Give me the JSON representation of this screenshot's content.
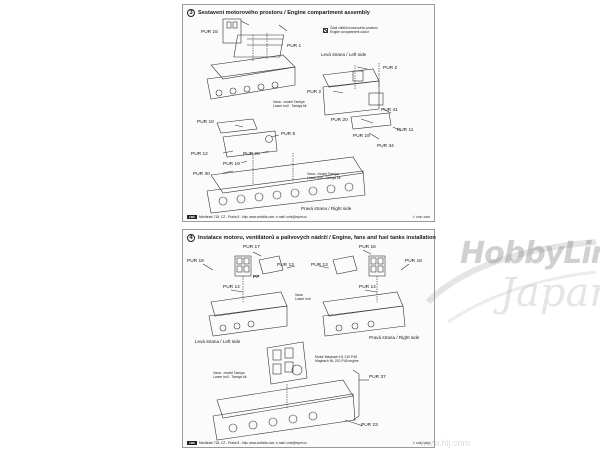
{
  "step3": {
    "number": "3",
    "title": "Sestavení motorového prostoru / Engine compartment assembly",
    "legend_text": "Části vnitřků motorového prostoru\nEngine compartment colour",
    "parts": [
      "PUR 15",
      "PUR 1",
      "PUR 2",
      "PUR 2",
      "PUR 41",
      "PUR 20",
      "PUR 11",
      "PUR 19",
      "PUR 34",
      "PUR 10",
      "PUR 5",
      "PUR 12",
      "PUR 20",
      "PUR 19",
      "PUR 30"
    ],
    "left_side": "Levá strana / Left side",
    "right_side": "Pravá strana / Right side",
    "hull_note_1": "Vana - model Tamiya\nLower hull - Tamiya kit",
    "hull_note_2": "Vana - model Tamiya\nLower hull - Tamiya kit",
    "footer": "Mezibraní 718, CZ - Praha 8 - http: www.cmkkits.com, e-mail: cmk@mpm.cz",
    "footer_logo": "CMK",
    "copyright": "© CMK 2006"
  },
  "step4": {
    "number": "4",
    "title": "Instalace motoru, ventilátorů a palivových nádrží / Engine, fans and fuel tanks installation",
    "legend_pp": "PP",
    "parts": [
      "PUR 18",
      "PUR 17",
      "PUR 13",
      "PUR 13",
      "PUR 16",
      "PUR 18",
      "PUR 14",
      "PUR 14",
      "PUR 37",
      "PUR 23"
    ],
    "left_side": "Levá strana / Left side",
    "right_side": "Pravá strana / Right side",
    "hull_note_1": "Vana\nLower hull",
    "hull_note_2": "Vana - model Tamiya\nLower hull - Tamiya kit",
    "engine_note": "Motor Maybach HL 210 P45\nMaybach HL 210 P45 engine",
    "footer": "Mezibraní 718, CZ - Praha 8 - http: www.cmkkits.com, e-mail: cmk@mpm.cz",
    "footer_logo": "CMK",
    "copyright": "© CMK 2006"
  },
  "watermark": {
    "brand": "HobbyLink",
    "sub": "Japan",
    "url": "www.hlj.com"
  }
}
